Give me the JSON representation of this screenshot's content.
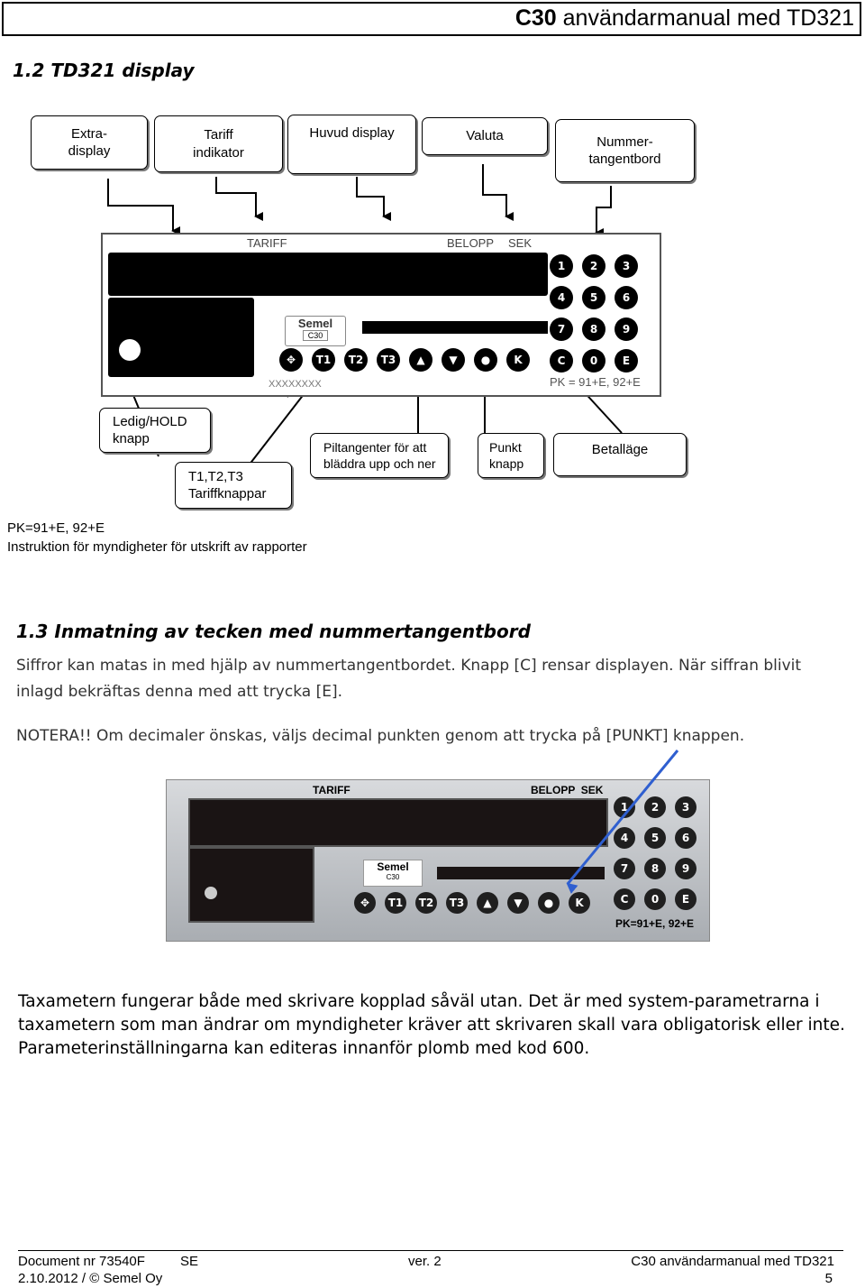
{
  "header": {
    "title_bold": "C30",
    "title_rest": " användarmanual med TD321"
  },
  "section_1_2": {
    "title": "1.2  TD321 display",
    "top_labels": [
      "Extra-\ndisplay",
      "Tariff\nindikator",
      "Huvud display",
      "Valuta",
      "Nummer-\ntangentbord"
    ],
    "device": {
      "tariff": "TARIFF",
      "belopp": "BELOPP",
      "sek": "SEK",
      "logo": "Semel",
      "model": "C30",
      "serial": "XXXXXXXX",
      "pk": "PK = 91+E, 92+E",
      "keys_row": [
        "",
        "T1",
        "T2",
        "T3",
        "▲",
        "▼",
        "●",
        "K"
      ],
      "numpad": [
        "1",
        "2",
        "3",
        "4",
        "5",
        "6",
        "7",
        "8",
        "9",
        "C",
        "0",
        "E"
      ]
    },
    "bottom_labels": {
      "hold": "Ledig/HOLD\nknapp",
      "tariff_keys": "T1,T2,T3\nTariffknappar",
      "arrows": "Piltangenter för att\nbläddra upp och ner",
      "punkt": "Punkt\nknapp",
      "betallage": "Betalläge"
    },
    "pk_line1": "PK=91+E, 92+E",
    "pk_line2": "Instruktion för myndigheter för utskrift av rapporter"
  },
  "section_1_3": {
    "title": "1.3  Inmatning av tecken med nummertangentbord",
    "para1": "Siffror kan matas in med hjälp av nummertangentbordet. Knapp [C] rensar displayen. När siffran blivit inlagd bekräftas denna med att trycka [E].",
    "note": "NOTERA!! Om decimaler önskas, väljs decimal punkten genom att trycka på [PUNKT] knappen.",
    "photo": {
      "tariff": "TARIFF",
      "belopp": "BELOPP  SEK",
      "logo": "Semel",
      "model": "C30",
      "pk": "PK=91+E, 92+E",
      "keys_row": [
        "",
        "T1",
        "T2",
        "T3",
        "▲",
        "▼",
        "●",
        "K"
      ],
      "numpad": [
        "1",
        "2",
        "3",
        "4",
        "5",
        "6",
        "7",
        "8",
        "9",
        "C",
        "0",
        "E"
      ]
    },
    "para2": "Taxametern fungerar både med skrivare kopplad såväl utan. Det är med system-parametrarna i taxametern som man ändrar om myndigheter kräver att skrivaren skall vara obligatorisk eller inte. Parameterinställningarna kan editeras innanför plomb med kod 600."
  },
  "footer": {
    "doc": "Document nr 73540F",
    "lang": "SE",
    "ver": "ver. 2",
    "manual": "C30 användarmanual med TD321",
    "date": "2.10.2012 / © Semel Oy",
    "page": "5"
  },
  "colors": {
    "arrow_blue": "#2f5fd0",
    "display_black": "#000000",
    "panel_grey": "#b9bcc0"
  }
}
